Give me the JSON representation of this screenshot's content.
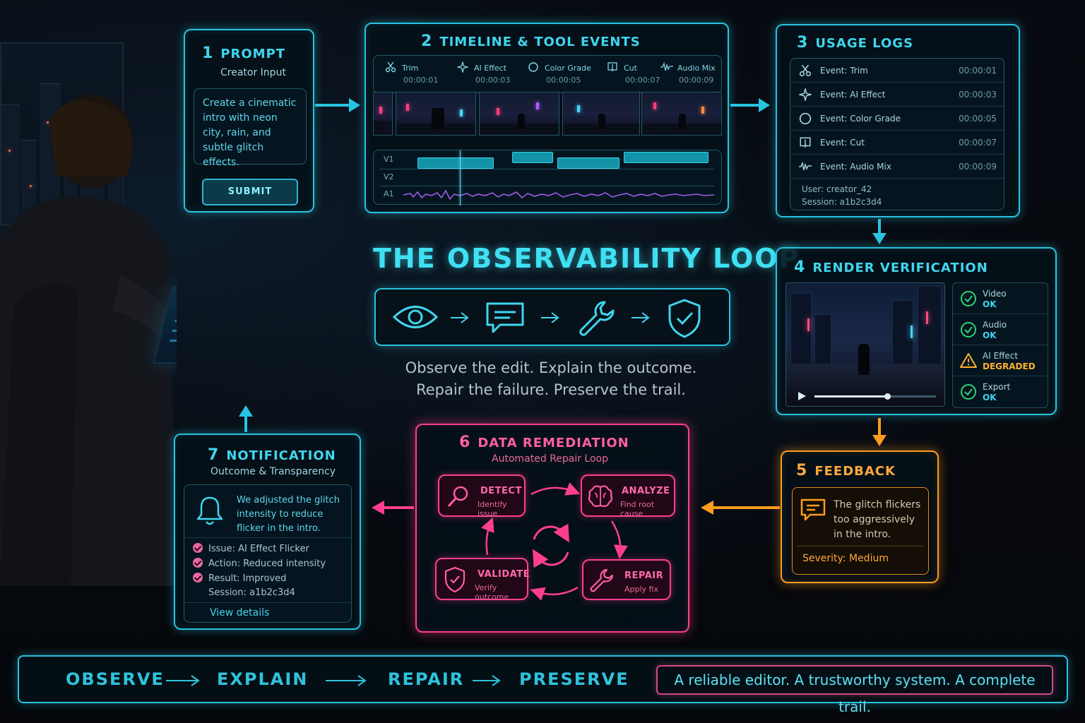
{
  "title": "THE OBSERVABILITY LOOP",
  "tagline_center": [
    "Observe the edit. Explain the outcome.",
    "Repair the failure. Preserve the trail."
  ],
  "colors": {
    "cyan": "#28c3df",
    "orange": "#ff9b1f",
    "pink": "#ff3f8e",
    "warn": "#ffb02e"
  },
  "loop_icons": [
    "eye-icon",
    "chat-icon",
    "wrench-icon",
    "shield-check-icon"
  ],
  "prompt": {
    "num": "1",
    "title": "PROMPT",
    "subtitle": "Creator Input",
    "text": "Create a cinematic intro with neon city, rain, and subtle glitch effects.",
    "submit": "SUBMIT"
  },
  "timeline": {
    "num": "2",
    "title": "TIMELINE & TOOL EVENTS",
    "tools": [
      {
        "label": "Trim",
        "time": "00:00:01",
        "icon": "scissors-icon"
      },
      {
        "label": "AI Effect",
        "time": "00:00:03",
        "icon": "sparkle-icon"
      },
      {
        "label": "Color Grade",
        "time": "00:00:05",
        "icon": "circle-icon"
      },
      {
        "label": "Cut",
        "time": "00:00:07",
        "icon": "cut-icon"
      },
      {
        "label": "Audio Mix",
        "time": "00:00:09",
        "icon": "waveform-icon"
      }
    ],
    "tracks": [
      "V1",
      "V2",
      "A1"
    ]
  },
  "usage_logs": {
    "num": "3",
    "title": "USAGE LOGS",
    "rows": [
      {
        "event": "Event: Trim",
        "time": "00:00:01",
        "icon": "scissors-icon"
      },
      {
        "event": "Event: AI Effect",
        "time": "00:00:03",
        "icon": "sparkle-icon"
      },
      {
        "event": "Event: Color Grade",
        "time": "00:00:05",
        "icon": "circle-icon"
      },
      {
        "event": "Event: Cut",
        "time": "00:00:07",
        "icon": "cut-icon"
      },
      {
        "event": "Event: Audio Mix",
        "time": "00:00:09",
        "icon": "waveform-icon"
      }
    ],
    "user": "User:  creator_42",
    "session": "Session:  a1b2c3d4"
  },
  "render": {
    "num": "4",
    "title": "RENDER VERIFICATION",
    "progress": 0.6,
    "statuses": [
      {
        "name": "Video",
        "value": "OK",
        "state": "ok"
      },
      {
        "name": "Audio",
        "value": "OK",
        "state": "ok"
      },
      {
        "name": "AI Effect",
        "value": "DEGRADED",
        "state": "warn"
      },
      {
        "name": "Export",
        "value": "OK",
        "state": "ok"
      }
    ]
  },
  "feedback": {
    "num": "5",
    "title": "FEEDBACK",
    "text": "The glitch flickers too aggressively in the intro.",
    "severity_label": "Severity:",
    "severity_value": "Medium"
  },
  "remediation": {
    "num": "6",
    "title": "DATA REMEDIATION",
    "subtitle": "Automated Repair Loop",
    "steps": {
      "detect": {
        "title": "DETECT",
        "desc": "Identify issue"
      },
      "analyze": {
        "title": "ANALYZE",
        "desc": "Find root cause"
      },
      "repair": {
        "title": "REPAIR",
        "desc": "Apply fix"
      },
      "validate": {
        "title": "VALIDATE",
        "desc": "Verify outcome"
      }
    }
  },
  "notification": {
    "num": "7",
    "title": "NOTIFICATION",
    "subtitle": "Outcome & Transparency",
    "text": "We adjusted the glitch intensity to reduce flicker in the intro.",
    "items": [
      "Issue: AI Effect Flicker",
      "Action: Reduced intensity",
      "Result: Improved"
    ],
    "session": "Session:  a1b2c3d4",
    "link": "View details"
  },
  "footer": {
    "words": [
      "OBSERVE",
      "EXPLAIN",
      "REPAIR",
      "PRESERVE"
    ],
    "tagline": "A reliable editor. A trustworthy system. A complete trail."
  }
}
